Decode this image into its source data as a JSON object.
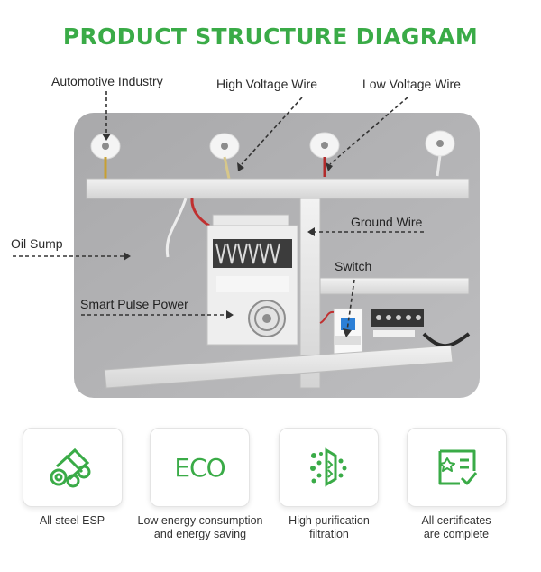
{
  "title": "PRODUCT STRUCTURE DIAGRAM",
  "accent_color": "#3aab47",
  "labels": {
    "automotive": "Automotive Industry",
    "high_voltage": "High Voltage Wire",
    "low_voltage": "Low Voltage Wire",
    "oil_sump": "Oil Sump",
    "ground_wire": "Ground Wire",
    "switch": "Switch",
    "smart_pulse": "Smart Pulse Power"
  },
  "features": [
    {
      "icon": "steel-pipes-icon",
      "caption_line1": "All steel ESP",
      "caption_line2": ""
    },
    {
      "icon": "eco-text-icon",
      "icon_text": "ECO",
      "caption_line1": "Low energy consumption",
      "caption_line2": "and energy saving"
    },
    {
      "icon": "filtration-icon",
      "caption_line1": "High purification",
      "caption_line2": "filtration"
    },
    {
      "icon": "certificate-icon",
      "caption_line1": "All certificates",
      "caption_line2": "are complete"
    }
  ]
}
